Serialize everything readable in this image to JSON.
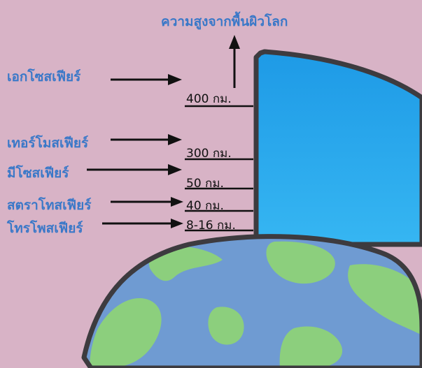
{
  "title": "ความสูงจากพื้นผิวโลก",
  "layers": [
    {
      "name": "เอกโซสเฟียร์",
      "altitude": "400 กม."
    },
    {
      "name": "เทอร์โมสเฟียร์",
      "altitude": "300 กม."
    },
    {
      "name": "มีโซสเฟียร์",
      "altitude": "50 กม."
    },
    {
      "name": "สตราโทสเฟียร์",
      "altitude": "40 กม."
    },
    {
      "name": "โทรโพสเฟียร์",
      "altitude": "8-16 กม."
    }
  ],
  "colors": {
    "background": "#d8b3c6",
    "label_text": "#3a78c8",
    "atmosphere": "#1e9ae6",
    "ocean": "#6f9bd2",
    "land": "#8ccf7d",
    "outline": "#3d3b3f"
  }
}
